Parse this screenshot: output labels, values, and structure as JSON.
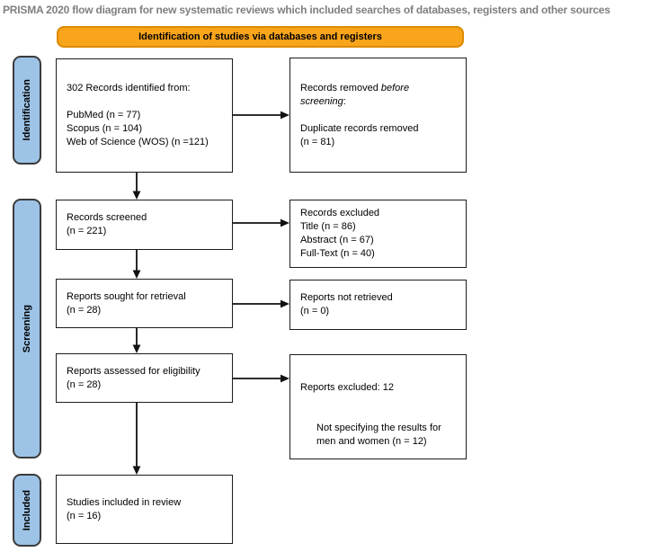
{
  "title": "PRISMA 2020 flow diagram for new systematic reviews which included searches of databases, registers and other sources",
  "banner": {
    "label": "Identification of studies via databases and registers"
  },
  "stages": {
    "identification": "Identification",
    "screening": "Screening",
    "included": "Included"
  },
  "boxes": {
    "identified": {
      "text": "302 Records identified from:\n\nPubMed (n = 77)\nScopus (n = 104)\nWeb of Science (WOS) (n =121)"
    },
    "removed": {
      "prefix": "Records removed ",
      "italic": "before screening",
      "suffix": ":",
      "body": "Duplicate records removed\n(n = 81)"
    },
    "screened": {
      "text": "Records screened\n(n = 221)"
    },
    "excluded_screening": {
      "text": "Records excluded\nTitle (n = 86)\nAbstract (n = 67)\nFull-Text (n = 40)"
    },
    "sought": {
      "text": "Reports sought for retrieval\n(n = 28)"
    },
    "not_retrieved": {
      "text": "Reports not retrieved\n(n = 0)"
    },
    "assessed": {
      "text": "Reports assessed for eligibility\n(n = 28)"
    },
    "excluded_eligibility": {
      "heading": "Reports excluded: 12",
      "reason": "Not specifying the results for men and women (n = 12)"
    },
    "included": {
      "text": "Studies included in review\n(n = 16)"
    }
  },
  "colors": {
    "banner_fill": "#F9A51B",
    "banner_border": "#DD8A00",
    "stage_fill": "#9DC3E6",
    "stage_border": "#3B3B3B",
    "title_gray": "#7F7F7F"
  }
}
